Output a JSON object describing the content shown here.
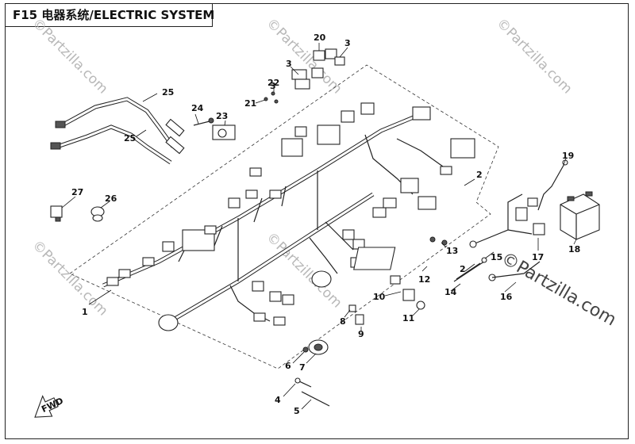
{
  "title": "F15 电器系统/ELECTRIC SYSTEM",
  "watermarks": [
    "©Partzilla.com",
    "©Partzilla.com",
    "©Partzilla.com",
    "©Partzilla.com",
    "©Partzilla.com"
  ],
  "watermark_center": "©Partzilla.com",
  "fwd_label": "FWD",
  "callouts": {
    "c1": "1",
    "c2": "2",
    "c2b": "2",
    "c3a": "3",
    "c3b": "3",
    "c3c": "3",
    "c4": "4",
    "c5": "5",
    "c6": "6",
    "c7": "7",
    "c8": "8",
    "c9": "9",
    "c10": "10",
    "c11": "11",
    "c12": "12",
    "c13": "13",
    "c14": "14",
    "c15": "15",
    "c16": "16",
    "c17": "17",
    "c18": "18",
    "c19": "19",
    "c20": "20",
    "c21": "21",
    "c22": "22",
    "c23": "23",
    "c24": "24",
    "c25a": "25",
    "c25b": "25",
    "c26": "26",
    "c27": "27"
  },
  "colors": {
    "line": "#222222",
    "watermark": "#b8b8b8",
    "background": "#ffffff"
  }
}
